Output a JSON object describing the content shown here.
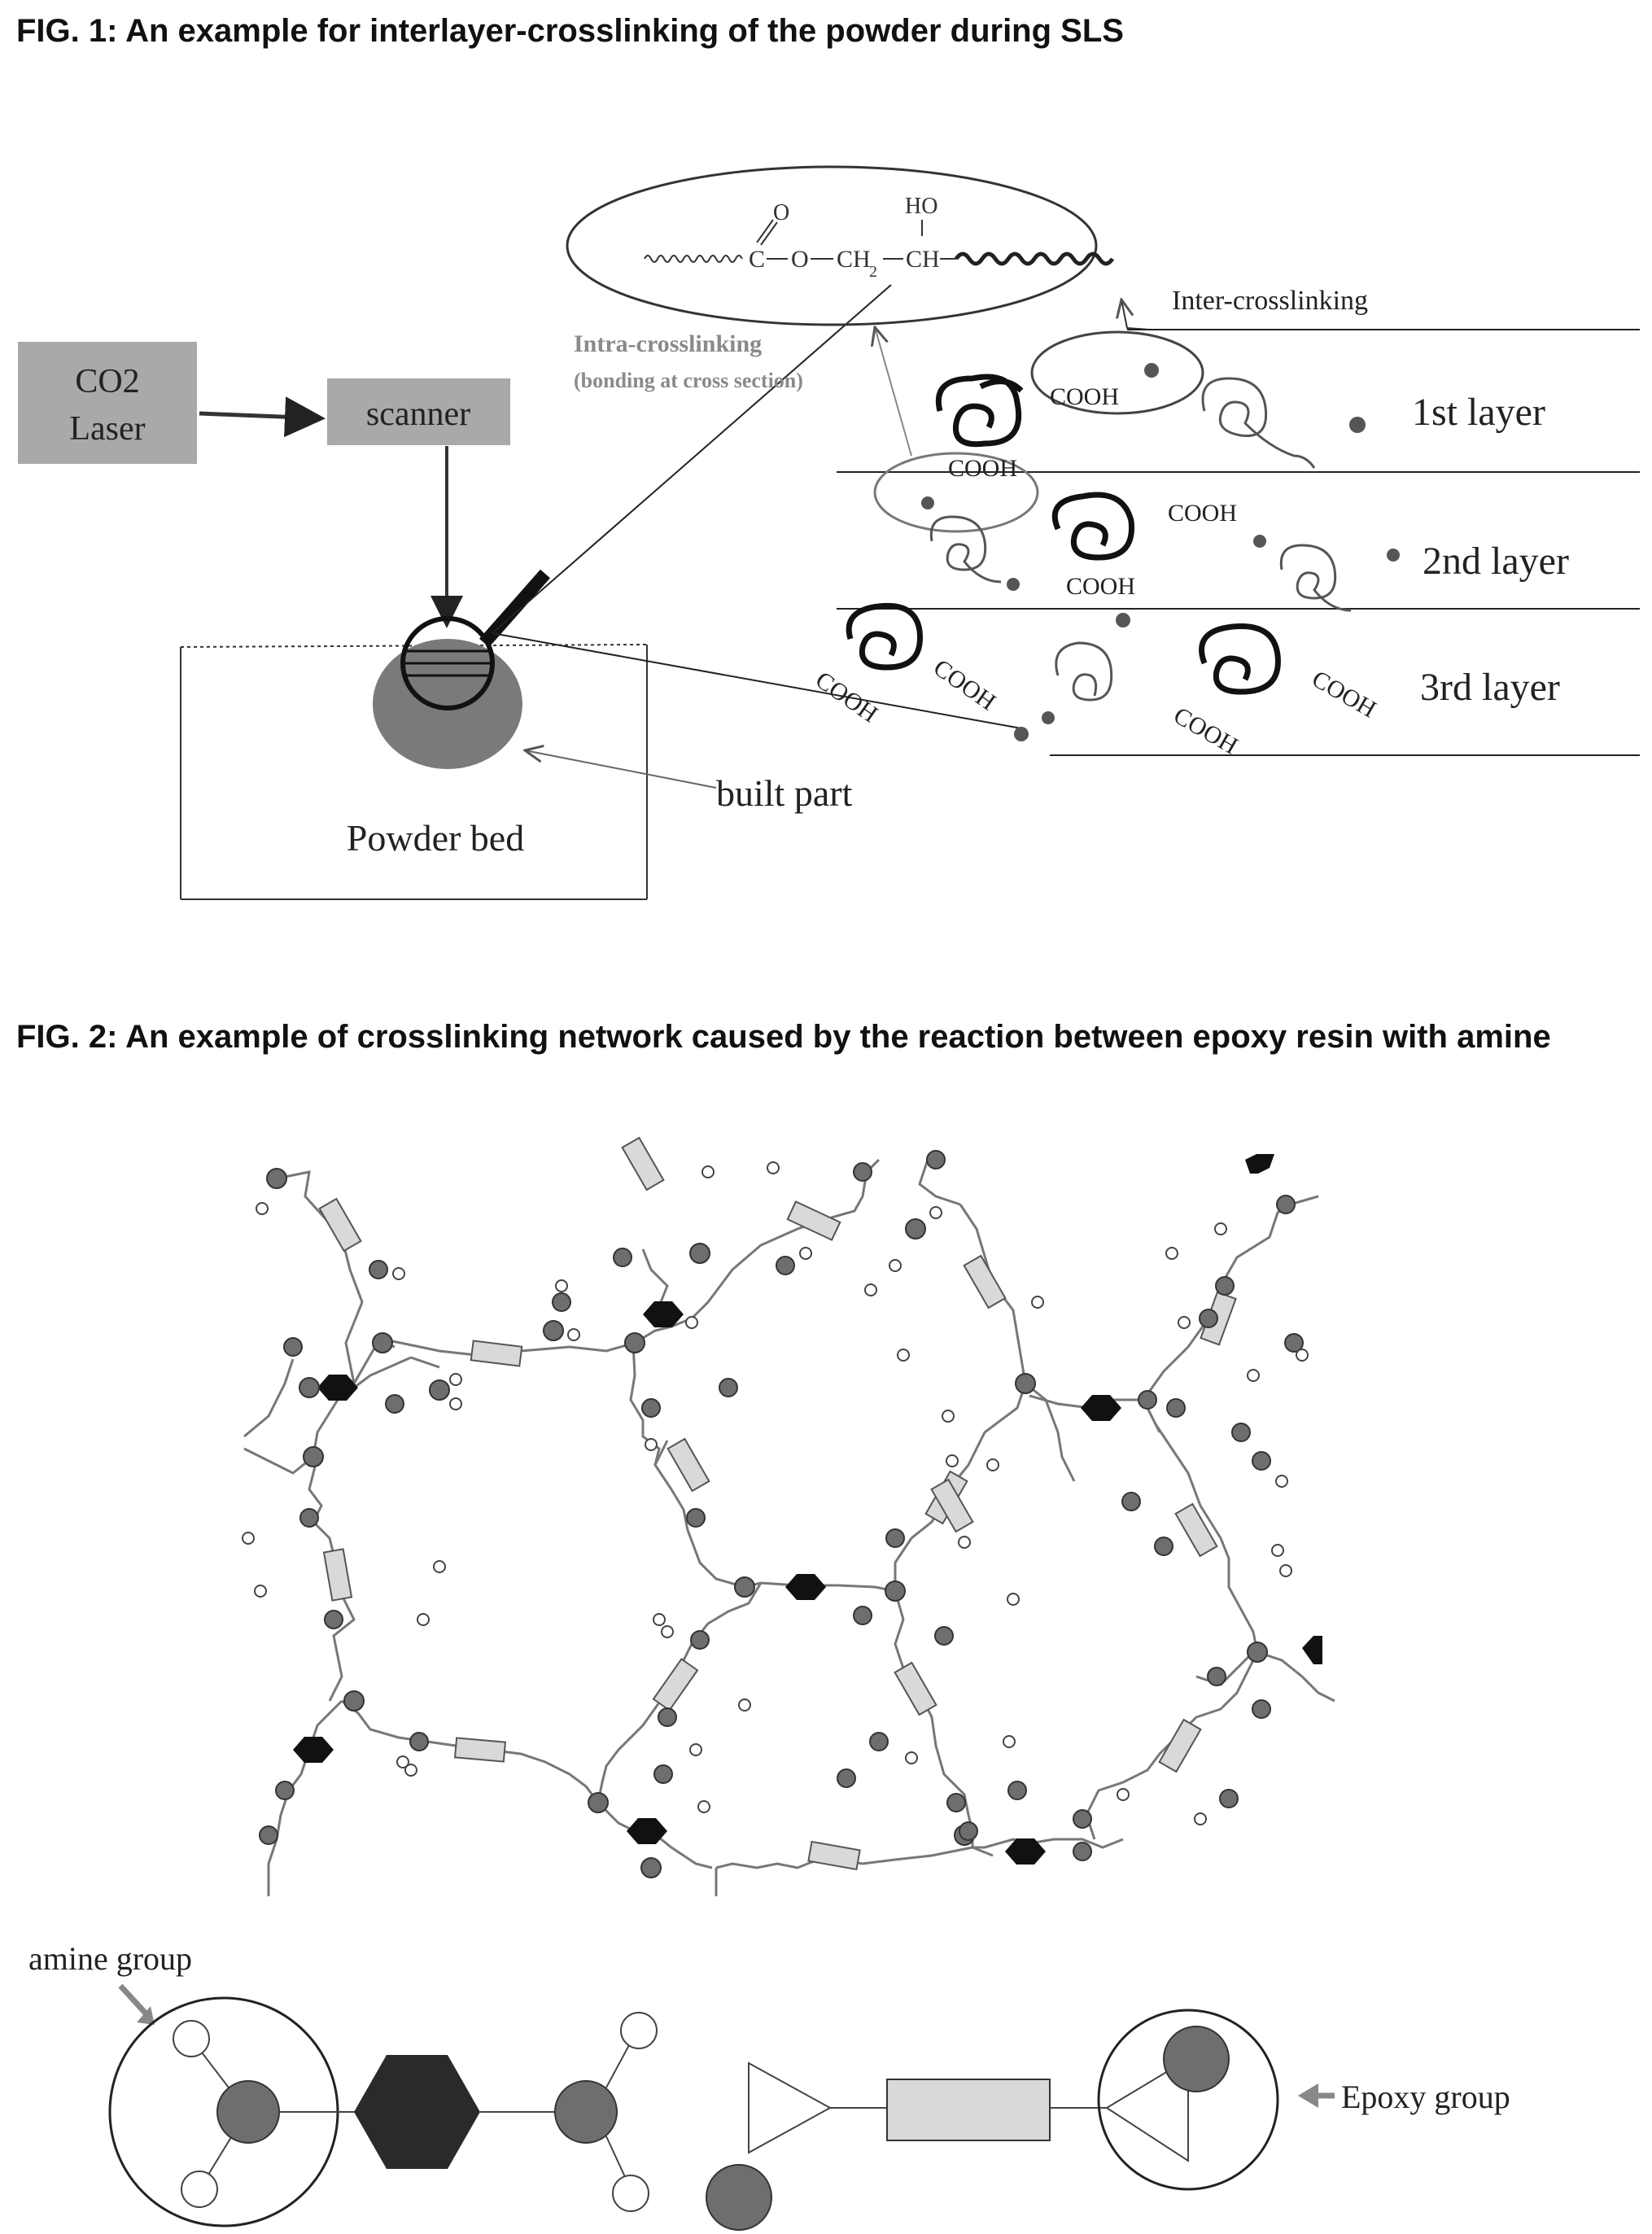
{
  "figure1": {
    "title": "FIG. 1: An example for interlayer-crosslinking of the powder during SLS",
    "laser_label_line1": "CO2",
    "laser_label_line2": "Laser",
    "scanner_label": "scanner",
    "powder_bed_label": "Powder bed",
    "built_part_label": "built part",
    "intra_label": "Intra-crosslinking",
    "intra_sub_label": "(bonding at cross section)",
    "inter_label": "Inter-crosslinking",
    "layer_labels": [
      "1st layer",
      "2nd layer",
      "3rd layer"
    ],
    "chem": {
      "oxygen_top": "O",
      "ho": "HO",
      "ester_o": "O",
      "ch2": "CH",
      "ch2_sub": "2",
      "ch": "CH"
    },
    "cooh_label": "COOH",
    "colors": {
      "box_fill": "#a9a9a9",
      "line": "#222222",
      "grey_text": "#8a8a8a"
    }
  },
  "figure2": {
    "title": "FIG. 2: An example of crosslinking network caused by the reaction between epoxy resin with amine",
    "amine_label": "amine group",
    "epoxy_label": "Epoxy group",
    "colors": {
      "node_dark": "#6e6e6e",
      "hexagon": "#111111",
      "rect_fill": "#d9d9d9"
    }
  }
}
